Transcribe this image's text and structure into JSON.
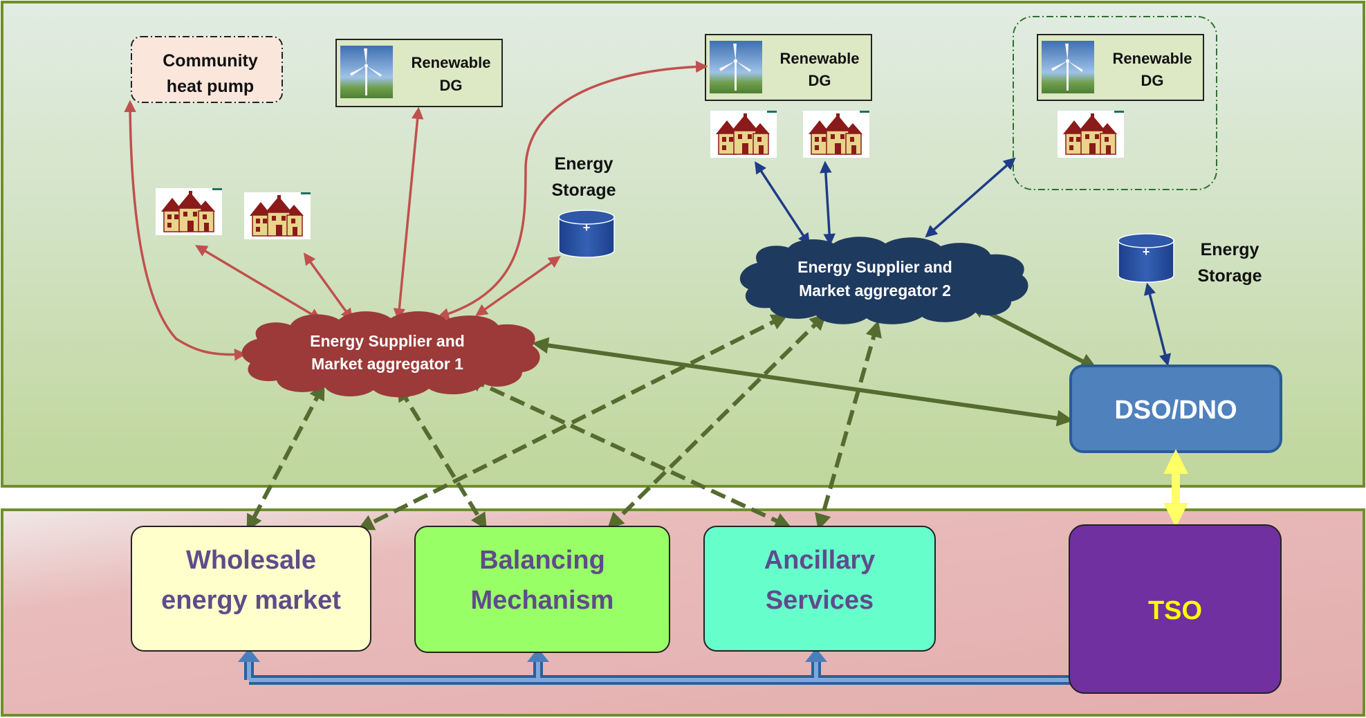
{
  "nodes": {
    "heat_pump": {
      "line1": "Community",
      "line2": "heat pump"
    },
    "renewable_1": {
      "line1": "Renewable",
      "line2": "DG"
    },
    "renewable_2": {
      "line1": "Renewable",
      "line2": "DG"
    },
    "renewable_3": {
      "line1": "Renewable",
      "line2": "DG"
    },
    "storage_1": {
      "line1": "Energy",
      "line2": "Storage",
      "symbol": "+"
    },
    "storage_2": {
      "line1": "Energy",
      "line2": "Storage",
      "symbol": "+"
    },
    "aggregator_1": {
      "line1": "Energy Supplier  and",
      "line2": "Market aggregator 1"
    },
    "aggregator_2": {
      "line1": "Energy Supplier  and",
      "line2": "Market aggregator 2"
    },
    "dso": {
      "label": "DSO/DNO"
    },
    "wholesale": {
      "line1": "Wholesale",
      "line2": "energy market"
    },
    "balancing": {
      "line1": "Balancing",
      "line2": "Mechanism"
    },
    "ancillary": {
      "line1": "Ancillary",
      "line2": "Services"
    },
    "tso": {
      "label": "TSO"
    }
  },
  "colors": {
    "frame_green": "#6f8f2c",
    "upper_top": "#dfe9df",
    "upper_bottom": "#bfd69a",
    "lower_bg": "#e8b7b7",
    "aggregator_1": "#9b3a38",
    "aggregator_2": "#1f3a5f",
    "red_link": "#c0504d",
    "blue_link": "#1f3c88",
    "dashed_link": "#556b2f",
    "dso": "#4f81bd",
    "tso": "#7030a0",
    "tso_text": "#ffff00",
    "wholesale": "#ffffcc",
    "balancing": "#99ff66",
    "ancillary": "#66ffcc",
    "market_text": "#5f4b8b",
    "bus": "#4a7ebb",
    "yellow_link": "#ffff66",
    "house_roof": "#8b1a1a",
    "house_wall": "#e8d48a"
  },
  "icons": [
    "wind-turbine-icon",
    "house-icon",
    "storage-cylinder-icon"
  ]
}
